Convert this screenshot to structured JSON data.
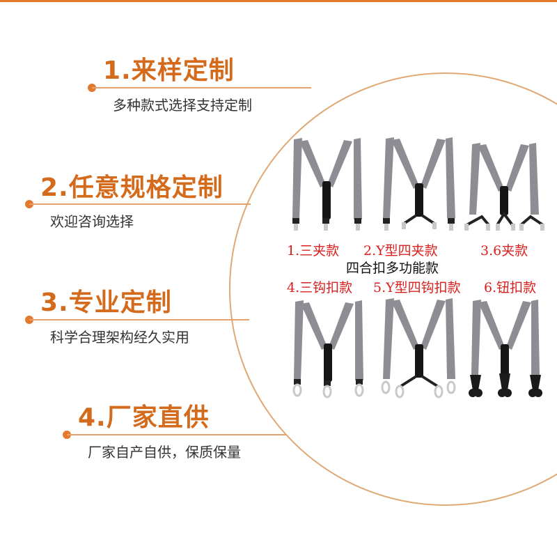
{
  "features": [
    {
      "title": "1.来样定制",
      "desc": "多种款式选择支持定制"
    },
    {
      "title": "2.任意规格定制",
      "desc": "欢迎咨询选择"
    },
    {
      "title": "3.专业定制",
      "desc": "科学合理架构经久实用"
    },
    {
      "title": "4.厂家直供",
      "desc": "厂家自产自供，保质保量"
    }
  ],
  "products": {
    "row1_labels": [
      "1.三夹款",
      "2.Y型四夹款",
      "3.6夹款"
    ],
    "middle_label": "四合扣多功能款",
    "row2_labels": [
      "4.三钩扣款",
      "5.Y型四钩扣款",
      "6.钮扣款"
    ],
    "images": [
      {
        "icon": "suspender-3-clip-icon"
      },
      {
        "icon": "suspender-y-4-clip-icon"
      },
      {
        "icon": "suspender-6-clip-icon"
      },
      {
        "icon": "suspender-3-hook-icon"
      },
      {
        "icon": "suspender-y-4-hook-icon"
      },
      {
        "icon": "suspender-button-icon"
      }
    ]
  },
  "colors": {
    "accent": "#d46a1b",
    "red_label": "#d92020",
    "strap": "#8d8d93"
  }
}
